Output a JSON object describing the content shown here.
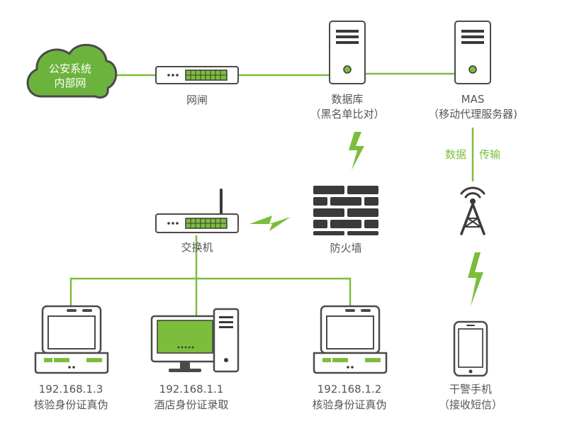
{
  "colors": {
    "accent": "#7cbd3b",
    "device_dark": "#3a3a3a",
    "device_outline": "#4a4a4a",
    "label_text": "#555555",
    "cloud_fill": "#6cb33e"
  },
  "cloud": {
    "line1": "公安系统",
    "line2": "内部网",
    "icon": "cloud-icon"
  },
  "gateway": {
    "label": "网闸",
    "icon": "gateway-icon"
  },
  "database": {
    "name": "数据库",
    "sub": "（黑名单比对）",
    "icon": "server-icon"
  },
  "mas": {
    "name": "MAS",
    "sub": "（移动代理服务器)",
    "icon": "server-icon"
  },
  "transfer": {
    "left": "数据",
    "right": "传输"
  },
  "tower": {
    "icon": "antenna-tower-icon"
  },
  "firewall": {
    "label": "防火墙",
    "icon": "firewall-brick-icon"
  },
  "switch": {
    "label": "交换机",
    "icon": "switch-icon"
  },
  "terminals": [
    {
      "ip": "192.168.1.3",
      "role": "核验身份证真伪",
      "icon": "id-verification-terminal-icon"
    },
    {
      "ip": "192.168.1.1",
      "role": "酒店身份证录取",
      "icon": "desktop-pc-icon"
    },
    {
      "ip": "192.168.1.2",
      "role": "核验身份证真伪",
      "icon": "id-verification-terminal-icon"
    }
  ],
  "phone": {
    "name": "干警手机",
    "sub": "（接收短信）",
    "icon": "smartphone-icon"
  }
}
